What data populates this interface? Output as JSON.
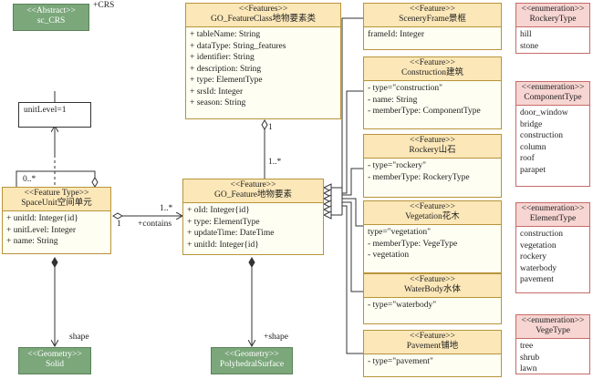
{
  "abstract_crs": {
    "stereotype": "<<Abstract>>",
    "name": "sc_CRS"
  },
  "crs_label": "+CRS",
  "note": {
    "text": "unitLevel=1"
  },
  "feature_class": {
    "stereotype": "<<Features>>",
    "name": "GO_FeatureClass地物要素类",
    "attributes": [
      "+ tableName: String",
      "+ dataType: String_features",
      "+ identifier: String",
      "+ description: String",
      "+ type: ElementType",
      "+ srsId: Integer",
      "+ season: String"
    ]
  },
  "space_unit": {
    "stereotype": "<<Feature Type>>",
    "name": "SpaceUnit空间单元",
    "attributes": [
      "+ unitId: Integer{id}",
      "+ unitLevel: Integer",
      "+ name: String"
    ]
  },
  "go_feature": {
    "stereotype": "<<Feature>>",
    "name": "GO_Feature地物要素",
    "attributes": [
      "+ oId: Integer{id}",
      "+ type: ElementType",
      "+ updateTime: DateTime",
      "+ unitId: Integer{id}"
    ]
  },
  "geom_solid": {
    "stereotype": "<<Geometry>>",
    "name": "Solid"
  },
  "geom_poly": {
    "stereotype": "<<Geometry>>",
    "name": "PolyhedralSurface"
  },
  "assoc_labels": {
    "self_mult": "0..*",
    "fc_mult_top": "1",
    "fc_mult_bottom": "1..*",
    "contains_left": "1",
    "contains_right": "1..*",
    "contains": "+contains",
    "shape_left": "shape",
    "shape_right": "+shape"
  },
  "subclasses": [
    {
      "stereotype": "<<Feature>>",
      "name": "SceneryFrame景框",
      "attributes": [
        "frameId: Integer"
      ]
    },
    {
      "stereotype": "<<Feature>>",
      "name": "Construction建筑",
      "attributes": [
        "- type=\"construction\"",
        "- name: String",
        "- memberType: ComponentType"
      ]
    },
    {
      "stereotype": "<<Feature>>",
      "name": "Rockery山石",
      "attributes": [
        "- type=\"rockery\"",
        "- memberType: RockeryType"
      ]
    },
    {
      "stereotype": "<<Feature>>",
      "name": "Vegetation花木",
      "attributes": [
        "type=\"vegetation\"",
        "- memberType: VegeType",
        "- vegetation"
      ]
    },
    {
      "stereotype": "<<Feature>>",
      "name": "WaterBody水体",
      "attributes": [
        "- type=\"waterbody\""
      ]
    },
    {
      "stereotype": "<<Feature>>",
      "name": "Pavement铺地",
      "attributes": [
        "- type=\"pavement\""
      ]
    }
  ],
  "enums": [
    {
      "stereotype": "<<enumeration>>",
      "name": "RockeryType",
      "values": [
        "hill",
        "stone"
      ]
    },
    {
      "stereotype": "<<enumeration>>",
      "name": "ComponentType",
      "values": [
        "door_window",
        "bridge",
        "construction",
        "column",
        "roof",
        "parapet"
      ]
    },
    {
      "stereotype": "<<enumeration>>",
      "name": "ElementType",
      "values": [
        "construction",
        "vegetation",
        "rockery",
        "waterbody",
        "pavement"
      ]
    },
    {
      "stereotype": "<<enumeration>>",
      "name": "VegeType",
      "values": [
        "tree",
        "shrub",
        "lawn"
      ]
    }
  ]
}
